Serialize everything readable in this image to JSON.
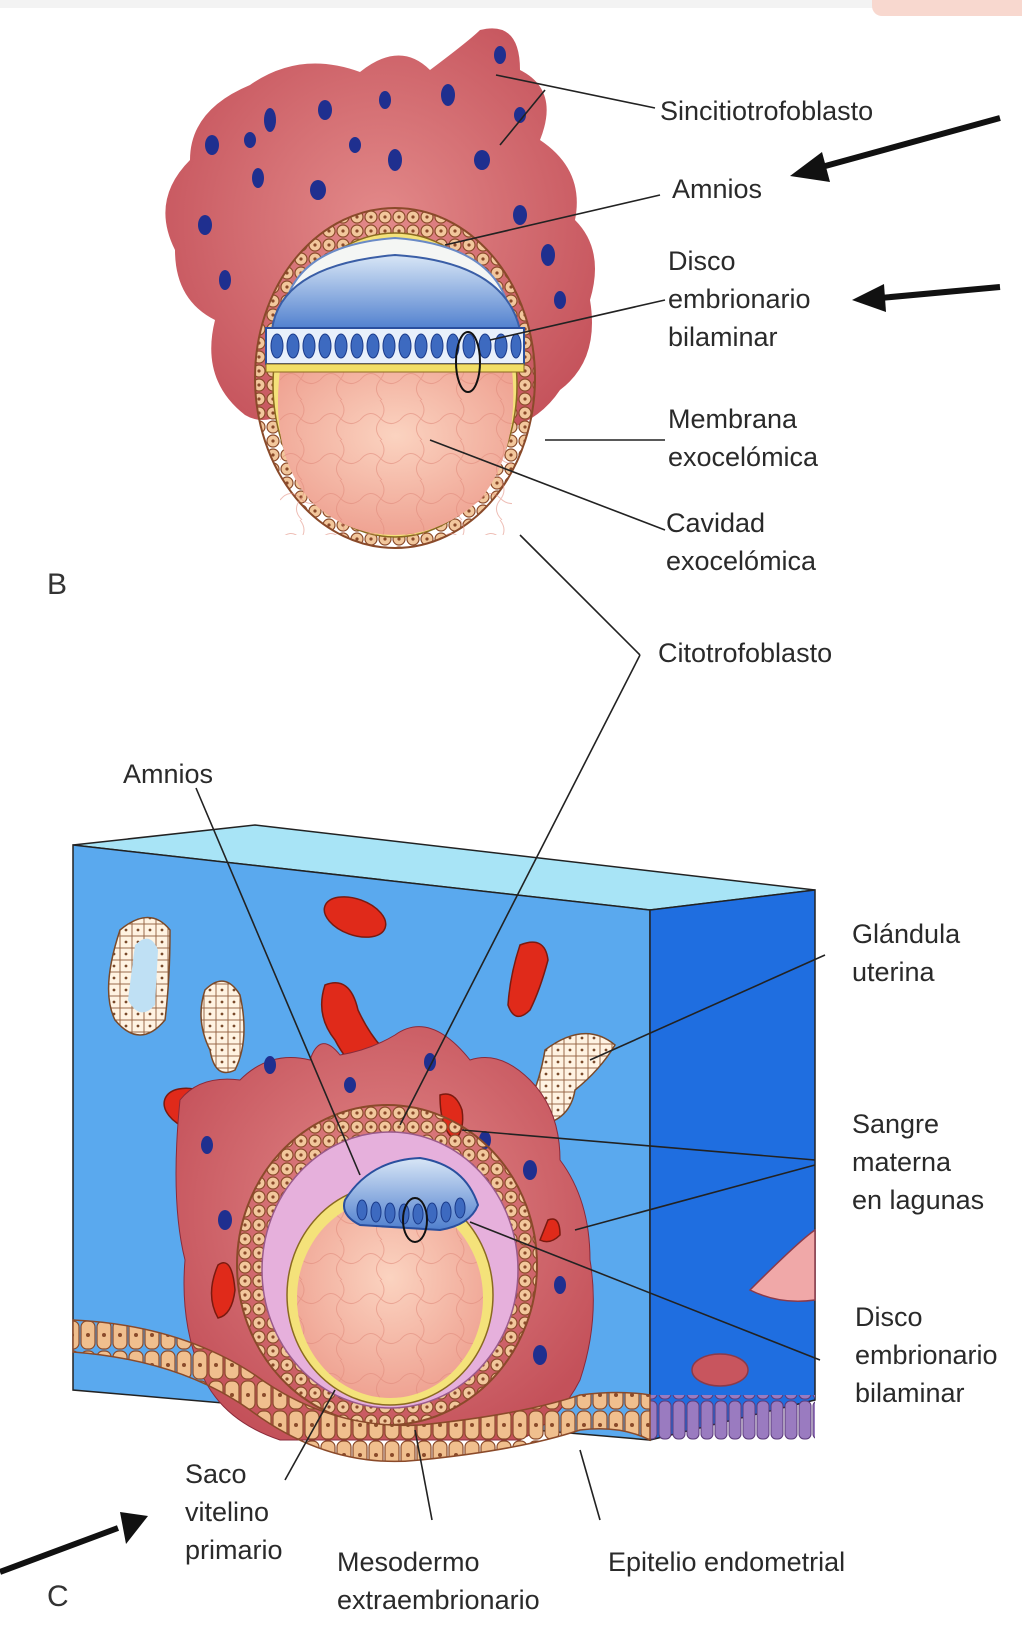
{
  "sections": {
    "b": "B",
    "c": "C"
  },
  "labels": {
    "sincitiotrofoblasto": "Sincitiotrofoblasto",
    "amnios_top": "Amnios",
    "disco_top": [
      "Disco",
      "embrionario",
      "bilaminar"
    ],
    "membrana": [
      "Membrana",
      "exocelómica"
    ],
    "cavidad": [
      "Cavidad",
      "exocelómica"
    ],
    "citotrofoblasto": "Citotrofoblasto",
    "amnios_bottom": "Amnios",
    "glandula": [
      "Glándula",
      "uterina"
    ],
    "sangre": [
      "Sangre",
      "materna",
      "en lagunas"
    ],
    "disco_bottom": [
      "Disco",
      "embrionario",
      "bilaminar"
    ],
    "saco": [
      "Saco",
      "vitelino",
      "primario"
    ],
    "mesodermo": [
      "Mesodermo",
      "extraembrionario"
    ],
    "epitelio": "Epitelio endometrial"
  },
  "colors": {
    "syncytio": "#c8555e",
    "nucleus": "#1f2f8f",
    "cyto": "#f0c398",
    "amnion": "#6f98d6",
    "cavity": "#f3b3a0",
    "tissue": "#5aa9ee",
    "blood": "#e02a1a",
    "mesoderm": "#e6b0dc",
    "arrow": "#111111"
  }
}
